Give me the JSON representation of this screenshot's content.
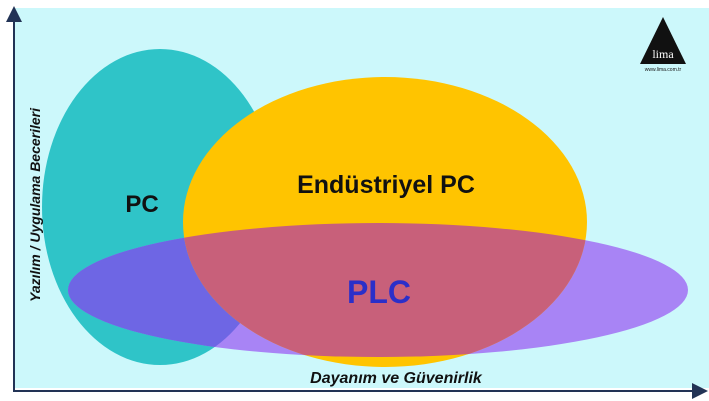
{
  "labels": {
    "pc": "PC",
    "industrial_pc": "Endüstriyel PC",
    "plc": "PLC",
    "x_axis": "Dayanım ve Güvenirlik",
    "y_axis": "Yazılım / Uygulama Becerileri"
  },
  "logo": {
    "name": "lima",
    "url": "www.lima.com.tr"
  },
  "colors": {
    "background": "#CCF8FB",
    "pc": "#2FC4C8",
    "industrial_pc": "#FFC400",
    "plc_region": "#C8607A",
    "plc_ellipse": "#A884F5",
    "pc_plc_overlap": "#6E66E4",
    "plc_text": "#2B2FC9",
    "axis": "#223355"
  }
}
